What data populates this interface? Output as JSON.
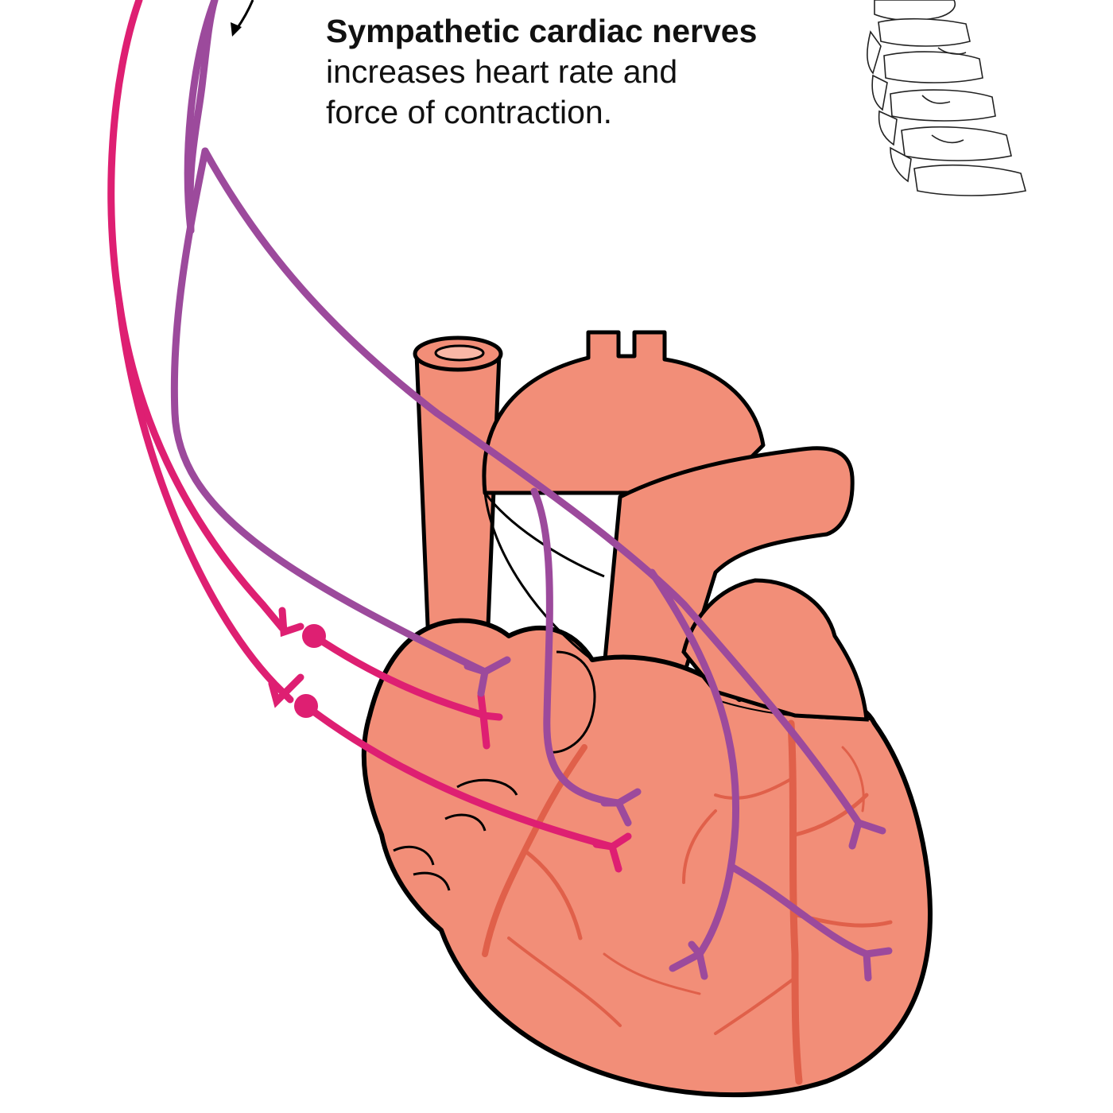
{
  "caption": {
    "title": "Sympathetic cardiac nerves",
    "body_line1": "increases heart rate and",
    "body_line2": "force of contraction."
  },
  "colors": {
    "heart_fill": "#F28E78",
    "vessel_line": "#E0604A",
    "parasympathetic_nerve": "#DE1F72",
    "sympathetic_nerve": "#9C4A9C",
    "outline": "#000000"
  },
  "icons": {
    "spine": "vertebral-column-icon",
    "arrow": "arrow-down-icon"
  }
}
